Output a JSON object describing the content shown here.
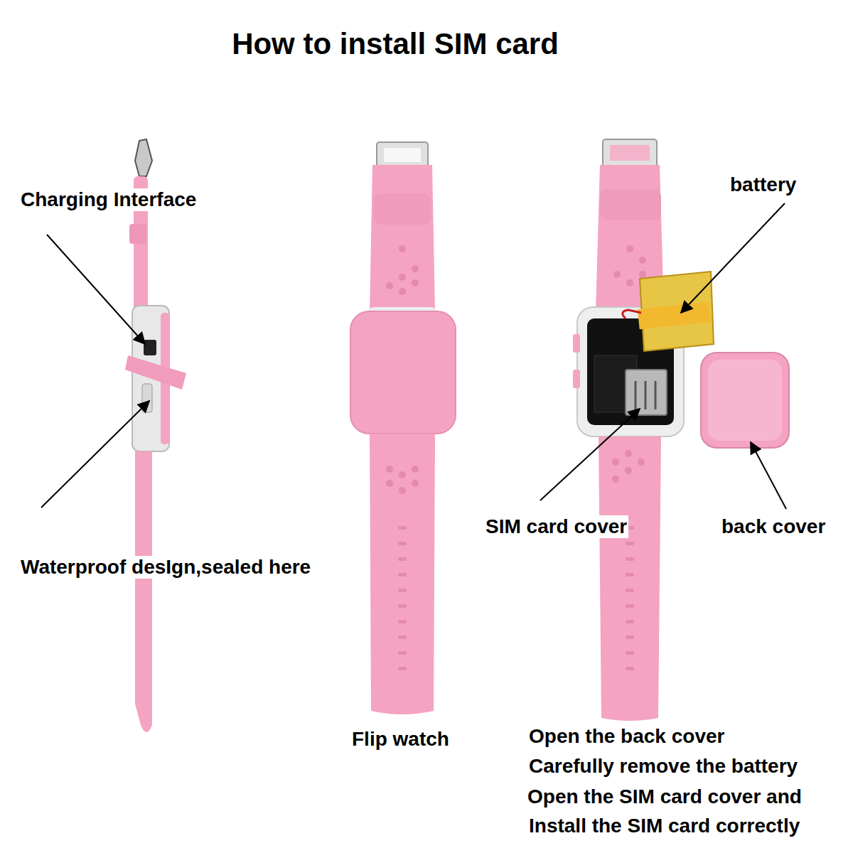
{
  "diagram": {
    "title": "How to install SIM card",
    "labels": [
      "Charging Interface",
      "Waterproof desIgn,sealed here",
      "Flip watch",
      "battery",
      "SIM card cover",
      "back cover",
      "Open the back cover",
      "Carefully remove the battery",
      "Open the SIM card cover and",
      "Install the SIM card correctly"
    ]
  }
}
